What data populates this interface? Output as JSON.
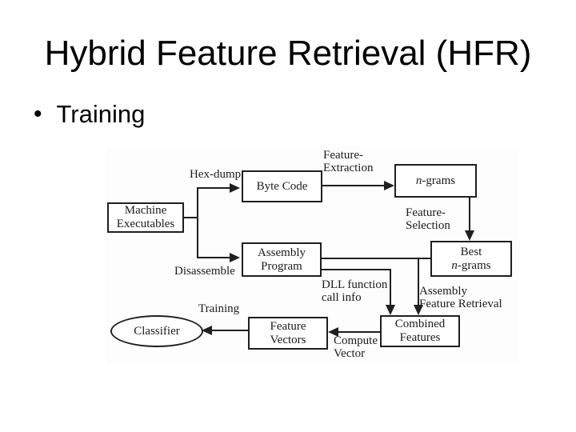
{
  "slide": {
    "title": "Hybrid Feature Retrieval (HFR)",
    "bullet_marker": "•",
    "bullet": "Training"
  },
  "diagram": {
    "nodes": {
      "machine_executables": {
        "line1": "Machine",
        "line2": "Executables"
      },
      "byte_code": {
        "label": "Byte Code"
      },
      "n_grams": {
        "italic": "n",
        "rest": "-grams"
      },
      "assembly_program": {
        "line1": "Assembly",
        "line2": "Program"
      },
      "best_n_grams": {
        "line1": "Best",
        "italic": "n",
        "rest": "-grams"
      },
      "feature_vectors": {
        "line1": "Feature",
        "line2": "Vectors"
      },
      "combined_features": {
        "line1": "Combined",
        "line2": "Features"
      },
      "classifier": {
        "label": "Classifier"
      }
    },
    "edge_labels": {
      "hex_dump": "Hex-dump",
      "feature_extraction_line1": "Feature-",
      "feature_extraction_line2": "Extraction",
      "feature_selection_line1": "Feature-",
      "feature_selection_line2": "Selection",
      "disassemble": "Disassemble",
      "dll_line1": "DLL function",
      "dll_line2": "call info",
      "assembly_feature_retrieval_line1": "Assembly",
      "assembly_feature_retrieval_line2": "Feature Retrieval",
      "training": "Training",
      "compute_vector_line1": "Compute",
      "compute_vector_line2": "Vector"
    },
    "colors": {
      "ink": "#1b1b1b",
      "background": "#ffffff"
    }
  }
}
